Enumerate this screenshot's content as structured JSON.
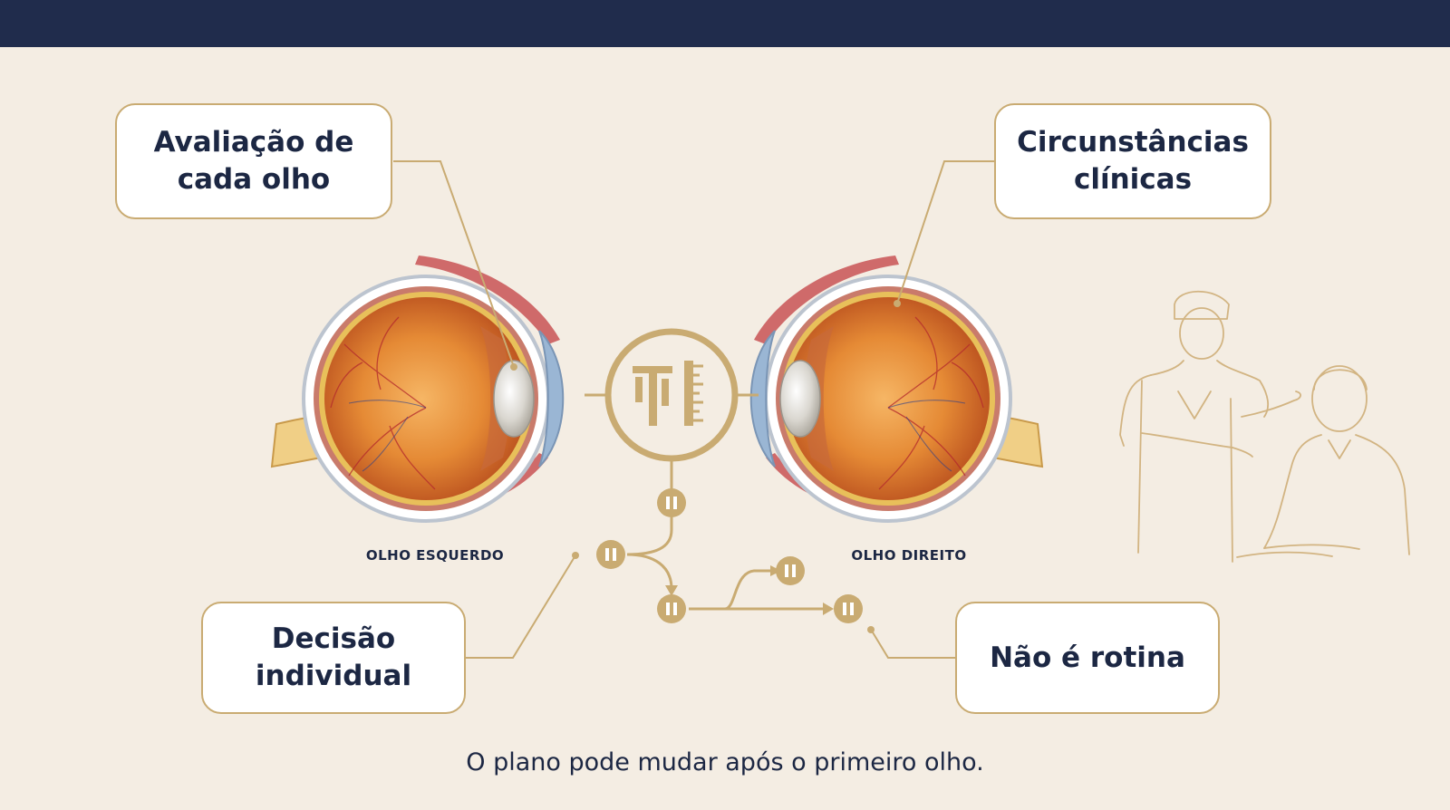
{
  "boxes": {
    "evaluation": {
      "line1": "Avaliação de",
      "line2": "cada olho"
    },
    "clinical": {
      "line1": "Circunstâncias",
      "line2": "clínicas"
    },
    "decision": {
      "line1": "Decisão",
      "line2": "individual"
    },
    "not_routine": {
      "line1": "Não é rotina"
    }
  },
  "eyes": {
    "left_label": "OLHO ESQUERDO",
    "right_label": "OLHO DIREITO"
  },
  "footer_text": "O plano pode mudar após o primeiro olho.",
  "colors": {
    "header": "#202c4c",
    "background": "#f4ede3",
    "gold": "#c9ab72",
    "text": "#1c2743",
    "eye_orange": "#e0802e"
  }
}
